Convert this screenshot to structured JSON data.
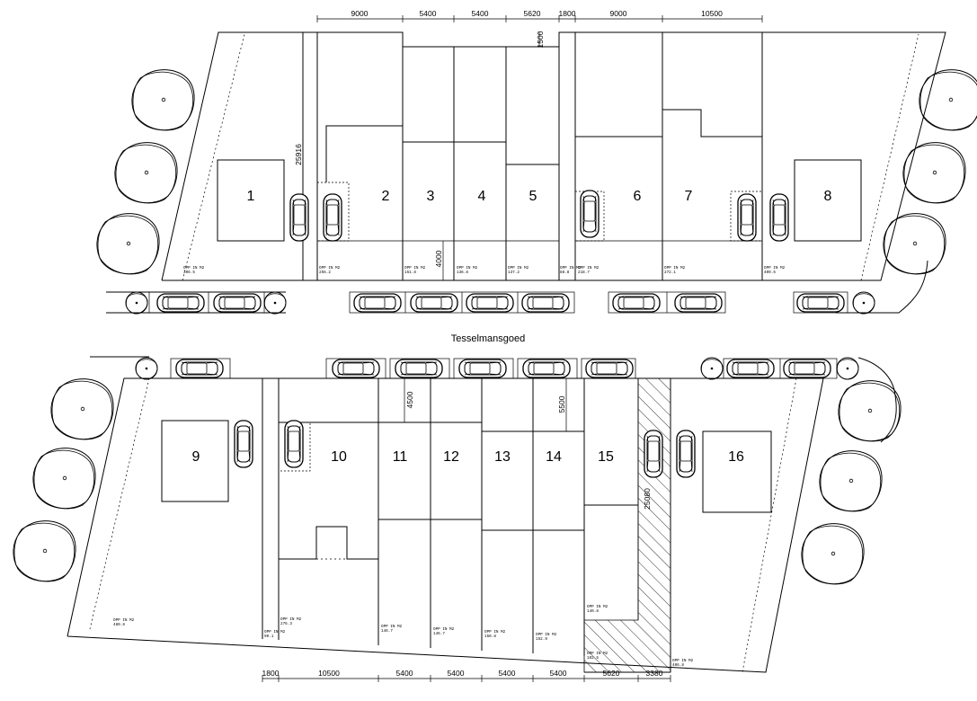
{
  "street_name": "Tesselmansgoed",
  "plots_top": [
    {
      "label": "1",
      "area": "306.5"
    },
    {
      "label": "2",
      "area": "255.2"
    },
    {
      "label": "3",
      "area": "151.8"
    },
    {
      "label": "4",
      "area": "136.8"
    },
    {
      "label": "5",
      "area": "137.2"
    },
    {
      "label": "6",
      "area": "218.7"
    },
    {
      "label": "7",
      "area": "272.1"
    },
    {
      "label": "8",
      "area": "409.5"
    }
  ],
  "extra_area_top": "88.8",
  "plots_bottom": [
    {
      "label": "9",
      "area": "480.8"
    },
    {
      "label": "10",
      "area": "276.3"
    },
    {
      "label": "11",
      "area": "146.7"
    },
    {
      "label": "12",
      "area": "146.7"
    },
    {
      "label": "13",
      "area": "150.8"
    },
    {
      "label": "14",
      "area": "152.9"
    },
    {
      "label": "15",
      "area": "140.8"
    },
    {
      "label": "16",
      "area": "406.8"
    }
  ],
  "extra_area_bottom_1": "90.1",
  "extra_area_bottom_2": "102.5",
  "area_caption": "OPP IN M2",
  "dims_top": [
    "9000",
    "5400",
    "5400",
    "5620",
    "1800",
    "9000",
    "10500"
  ],
  "dims_bottom": [
    "1800",
    "10500",
    "5400",
    "5400",
    "5400",
    "5400",
    "5620",
    "3380"
  ],
  "dim_depth_top": "25916",
  "dim_depth_bottom": "25080",
  "dim_setback_top_1": "4000",
  "dim_setback_top_2": "1500",
  "dim_setback_bottom_1": "4500",
  "dim_setback_bottom_2": "5500"
}
